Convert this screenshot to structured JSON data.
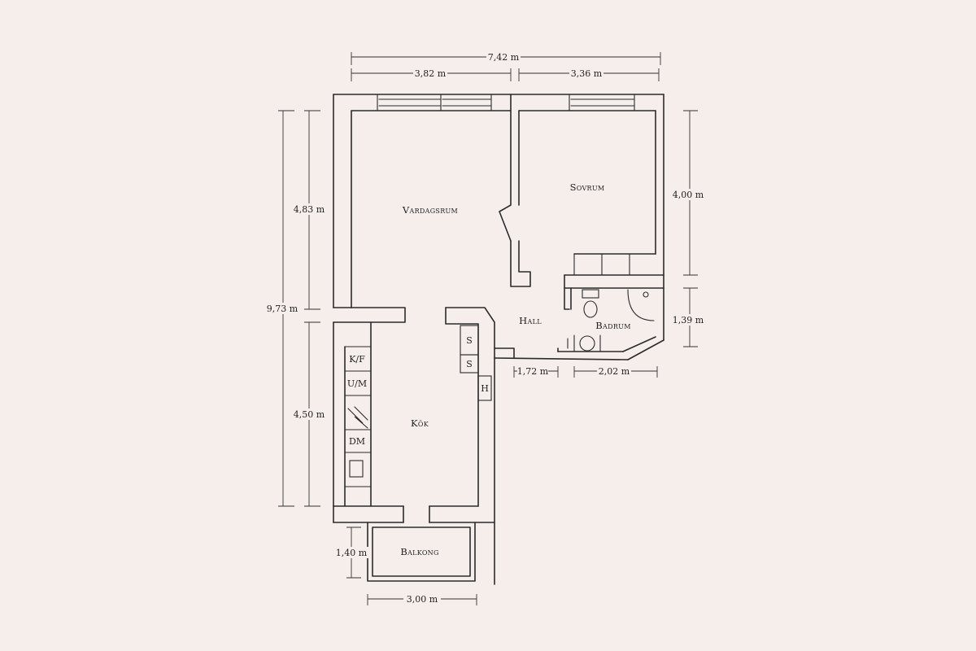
{
  "dimensions": {
    "total_width": "7,42 m",
    "left_width": "3,82 m",
    "right_width": "3,36 m",
    "total_height": "9,73 m",
    "upper_left_height": "4,83 m",
    "lower_left_height": "4,50 m",
    "balcony_height": "1,40 m",
    "right_upper_height": "4,00 m",
    "right_lower_height": "1,39 m",
    "hall_bottom_width": "1,72 m",
    "bath_bottom_width": "2,02 m",
    "balcony_width": "3,00 m"
  },
  "rooms": {
    "living": "Vardagsrum",
    "bedroom": "Sovrum",
    "hall": "Hall",
    "bathroom": "Badrum",
    "kitchen": "Kök",
    "balcony": "Balkong"
  },
  "appliances": {
    "fridge": "K/F",
    "micro": "U/M",
    "dishwasher": "DM",
    "storage1": "S",
    "storage2": "S",
    "hanger": "H"
  }
}
